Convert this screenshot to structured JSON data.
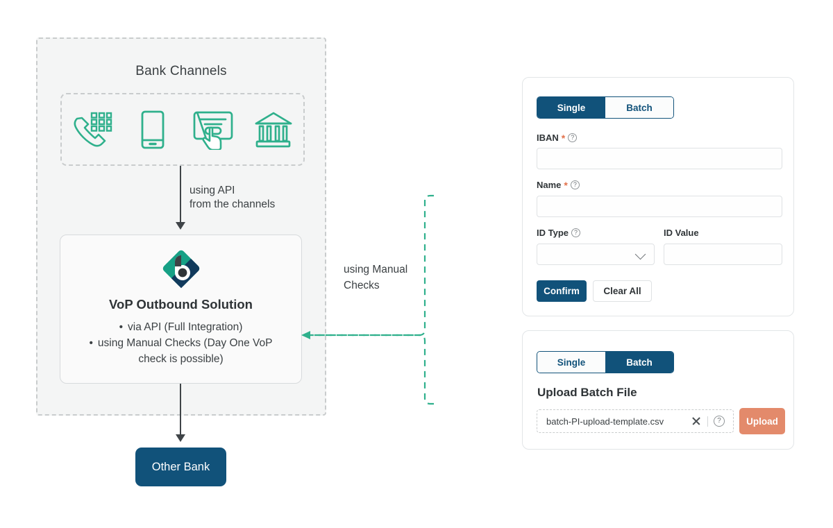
{
  "colors": {
    "teal": "#2fb08c",
    "navy": "#11527a",
    "orange": "#e38a6b",
    "panel_bg": "#f4f5f5",
    "dash_gray": "#c9cccd",
    "text": "#3b4043"
  },
  "diagram": {
    "bank_panel_title": "Bank Channels",
    "channels": [
      {
        "name": "phone-keypad-icon",
        "label": "Phone"
      },
      {
        "name": "mobile-phone-icon",
        "label": "Mobile"
      },
      {
        "name": "online-form-click-icon",
        "label": "Online"
      },
      {
        "name": "bank-building-icon",
        "label": "Branch"
      }
    ],
    "api_connector_label_line1": "using API",
    "api_connector_label_line2": "from the channels",
    "manual_connector_label_line1": "using Manual",
    "manual_connector_label_line2": "Checks",
    "solution": {
      "title": "VoP Outbound Solution",
      "bullets": [
        "via API (Full Integration)",
        "using Manual Checks (Day One VoP",
        "check is possible)"
      ],
      "logo_name": "vop-brand-logo"
    },
    "other_bank_label": "Other Bank"
  },
  "single_card": {
    "tabs": [
      {
        "label": "Single",
        "active": true
      },
      {
        "label": "Batch",
        "active": false
      }
    ],
    "fields": {
      "iban": {
        "label": "IBAN",
        "required": "*",
        "help": "?",
        "value": "",
        "placeholder": ""
      },
      "name": {
        "label": "Name",
        "required": "*",
        "help": "?",
        "value": "",
        "placeholder": ""
      },
      "id_type": {
        "label": "ID Type",
        "help": "?",
        "value": "",
        "placeholder": ""
      },
      "id_value": {
        "label": "ID Value",
        "value": "",
        "placeholder": ""
      }
    },
    "confirm_label": "Confirm",
    "clear_label": "Clear All"
  },
  "batch_card": {
    "tabs": [
      {
        "label": "Single",
        "active": false
      },
      {
        "label": "Batch",
        "active": true
      }
    ],
    "title": "Upload Batch File",
    "file_name": "batch-PI-upload-template.csv",
    "help": "?",
    "upload_label": "Upload"
  }
}
